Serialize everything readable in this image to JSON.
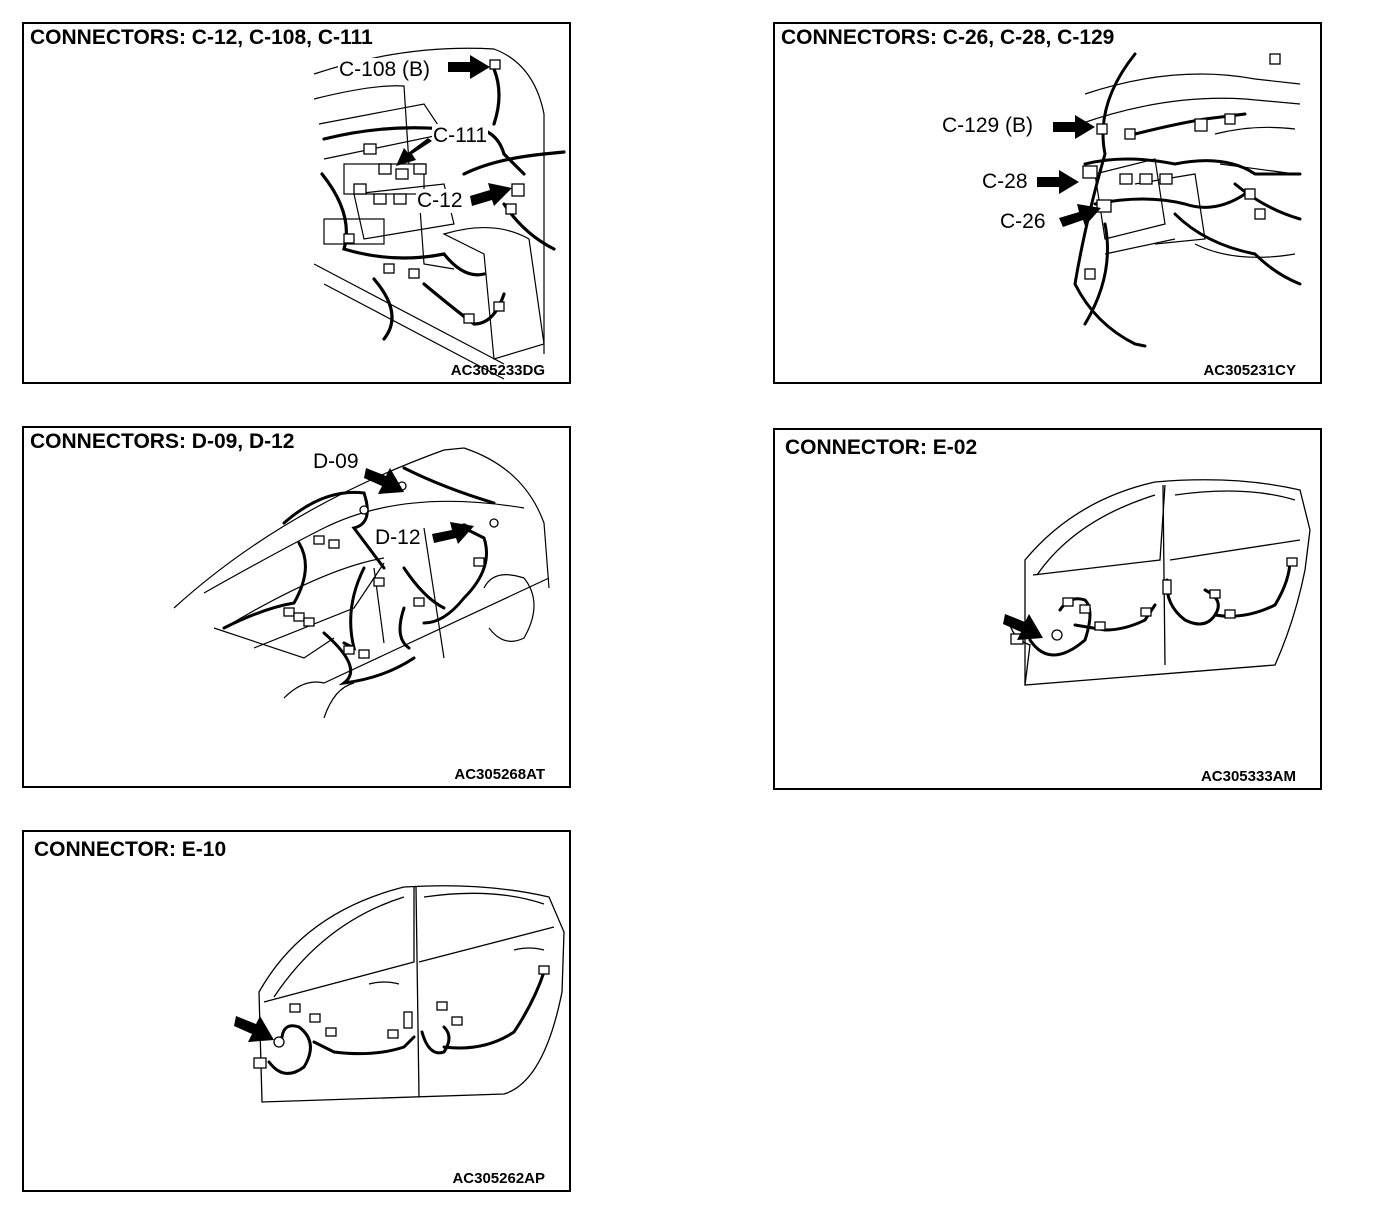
{
  "panels": [
    {
      "title": "CONNECTORS: C-12, C-108, C-111",
      "code": "AC305233DG",
      "labels": [
        "C-108 (B)",
        "C-111",
        "C-12"
      ]
    },
    {
      "title": "CONNECTORS: C-26, C-28, C-129",
      "code": "AC305231CY",
      "labels": [
        "C-129 (B)",
        "C-28",
        "C-26"
      ]
    },
    {
      "title": "CONNECTORS: D-09, D-12",
      "code": "AC305268AT",
      "labels": [
        "D-09",
        "D-12"
      ]
    },
    {
      "title": "CONNECTOR: E-02",
      "code": "AC305333AM",
      "labels": []
    },
    {
      "title": "CONNECTOR: E-10",
      "code": "AC305262AP",
      "labels": []
    }
  ]
}
